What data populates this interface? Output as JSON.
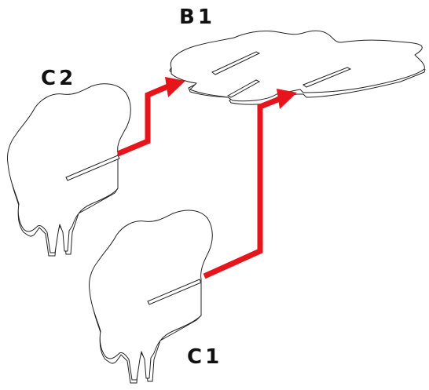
{
  "labels": {
    "b1": "B1",
    "c2": "C2",
    "c1": "C1"
  },
  "colors": {
    "arrow": "#e8141b",
    "outline": "#222222",
    "piece_fill": "#ffffff"
  },
  "pieces": [
    {
      "id": "B1",
      "kind": "base plate with slots"
    },
    {
      "id": "C2",
      "kind": "slotted insert"
    },
    {
      "id": "C1",
      "kind": "slotted insert"
    }
  ],
  "connections": [
    {
      "from": "C2",
      "to": "B1"
    },
    {
      "from": "C1",
      "to": "B1"
    }
  ]
}
